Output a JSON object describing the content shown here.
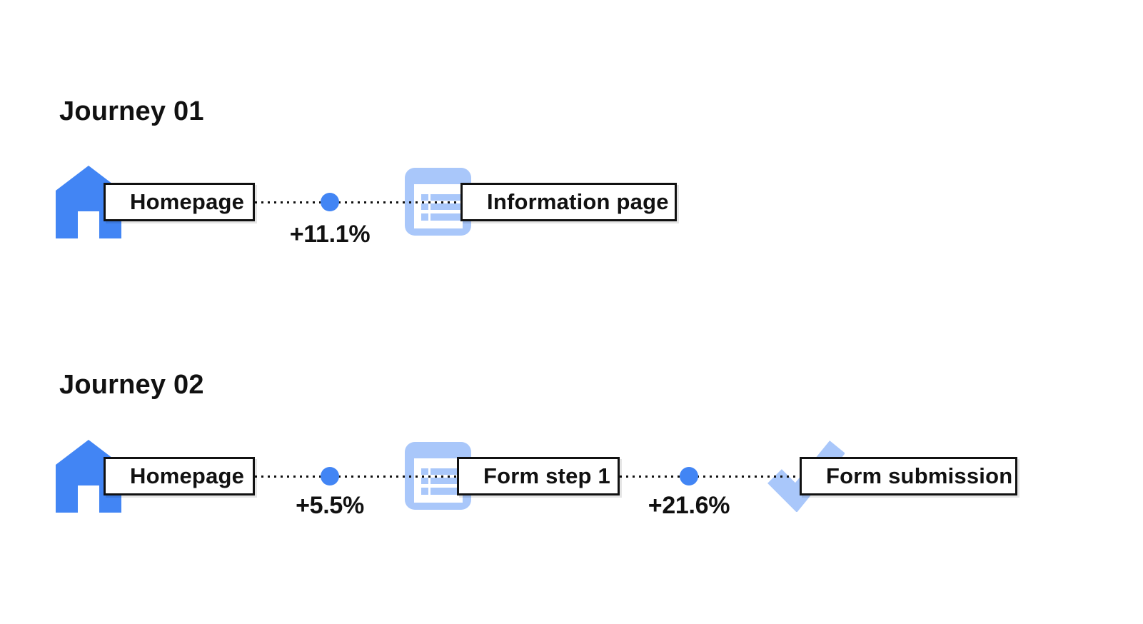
{
  "journeys": [
    {
      "title": "Journey 01",
      "nodes": [
        {
          "icon": "home-icon",
          "label": "Homepage"
        },
        {
          "icon": "document-list-icon",
          "label": "Information page"
        }
      ],
      "transitions": [
        {
          "delta": "+11.1%"
        }
      ]
    },
    {
      "title": "Journey 02",
      "nodes": [
        {
          "icon": "home-icon",
          "label": "Homepage"
        },
        {
          "icon": "document-list-icon",
          "label": "Form step 1"
        },
        {
          "icon": "checkmark-icon",
          "label": "Form submission"
        }
      ],
      "transitions": [
        {
          "delta": "+5.5%"
        },
        {
          "delta": "+21.6%"
        }
      ]
    }
  ],
  "colors": {
    "node_blue": "#4285F4",
    "icon_light_blue": "#A9C7FA",
    "connector_dot_blue": "#4285F4",
    "text": "#111111"
  }
}
